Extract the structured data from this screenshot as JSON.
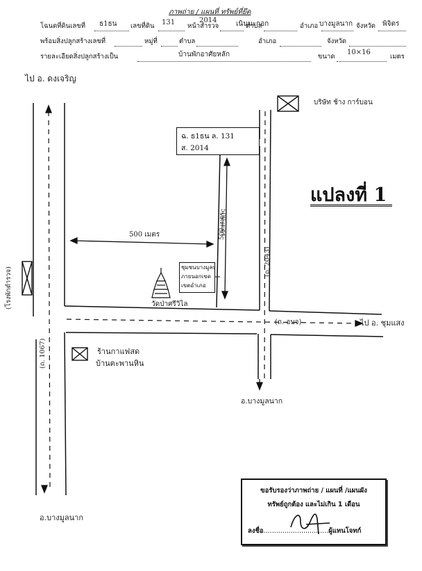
{
  "header": {
    "title": "ภาพถ่าย / แผนที่ ทรัพย์ที่ยึด",
    "row1": {
      "label_deed_no": "โฉนดที่ดินเลขที่",
      "deed_no": "ธ1ธน",
      "label_land_no": "เลขที่ดิน",
      "land_no": "131",
      "label_survey_page": "หน้าสำรวจ",
      "survey_page": "2014",
      "label_subdistrict": "ตำบล",
      "subdistrict": "เนินมะกอก",
      "label_district": "อำเภอ",
      "district": "บางมูลนาก",
      "label_province": "จังหวัด",
      "province": "พิจิตร"
    },
    "row2": {
      "label_with_building": "พร้อมสิ่งปลูกสร้างเลขที่",
      "label_moo": "หมู่ที่",
      "label_subdistrict": "ตำบล",
      "label_district": "อำเภอ",
      "label_province": "จังหวัด"
    },
    "row3": {
      "label_detail": "รายละเอียดสิ่งปลูกสร้างเป็น",
      "detail": "บ้านพักอาศัยหลัก",
      "label_size": "ขนาด",
      "size": "10×16",
      "label_unit": "เมตร"
    }
  },
  "map": {
    "to_top": "ไป อ. ดงเจริญ",
    "to_bottom_left": "อ.บางมูลนาก",
    "to_bottom_mid": "อ.บางมูลนาก",
    "to_right": "ไป อ. ชุมแสง",
    "road_left": "(ถ. 1067)",
    "road_mid": "(ถ. 2043)",
    "road_horiz": "(ถ. อบจ)",
    "police_station": "(โรงพักตำรวจ)",
    "company": "บริษัท ช้าง การ์บอน",
    "shop_line1": "ร้านกาแฟสด",
    "shop_line2": "บ้านตะพานหิน",
    "temple": "วัดป่าศรีวิไล",
    "dist_horizontal": "500 เมตร",
    "dist_vertical_1": "500 เมตร",
    "dist_vertical_2": "500 เมตร",
    "deed_box": {
      "line1": "ฉ. ธ1ธน ล. 131",
      "line2": "ส. 2014"
    },
    "owner_box": {
      "line1": "ชุมชนบางมูลนาก",
      "line2": "ภายนอกเขต",
      "line3": "เขตอำเภอ"
    },
    "plot_title": "แปลงที่ 1"
  },
  "certificate": {
    "line1": "ขอรับรองว่าภาพถ่าย / แผนที่ /แผนผัง",
    "line2": "ทรัพย์ถูกต้อง และไม่เกิน 1 เดือน",
    "sign_label": "ลงชื่อ",
    "dots": "...............................",
    "role": "ผู้แทนโจทก์"
  }
}
